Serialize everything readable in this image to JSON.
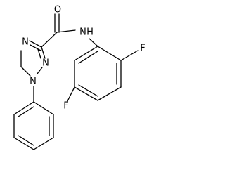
{
  "molecule": {
    "atoms": {
      "O": "O",
      "N_amide": "N",
      "H_amide": "H",
      "N_ring_left": "N",
      "N_ring_mid": "N",
      "N1": "N",
      "F_right": "F",
      "F_left": "F"
    }
  },
  "colors": {
    "bond": "#000000",
    "background": "#ffffff"
  }
}
